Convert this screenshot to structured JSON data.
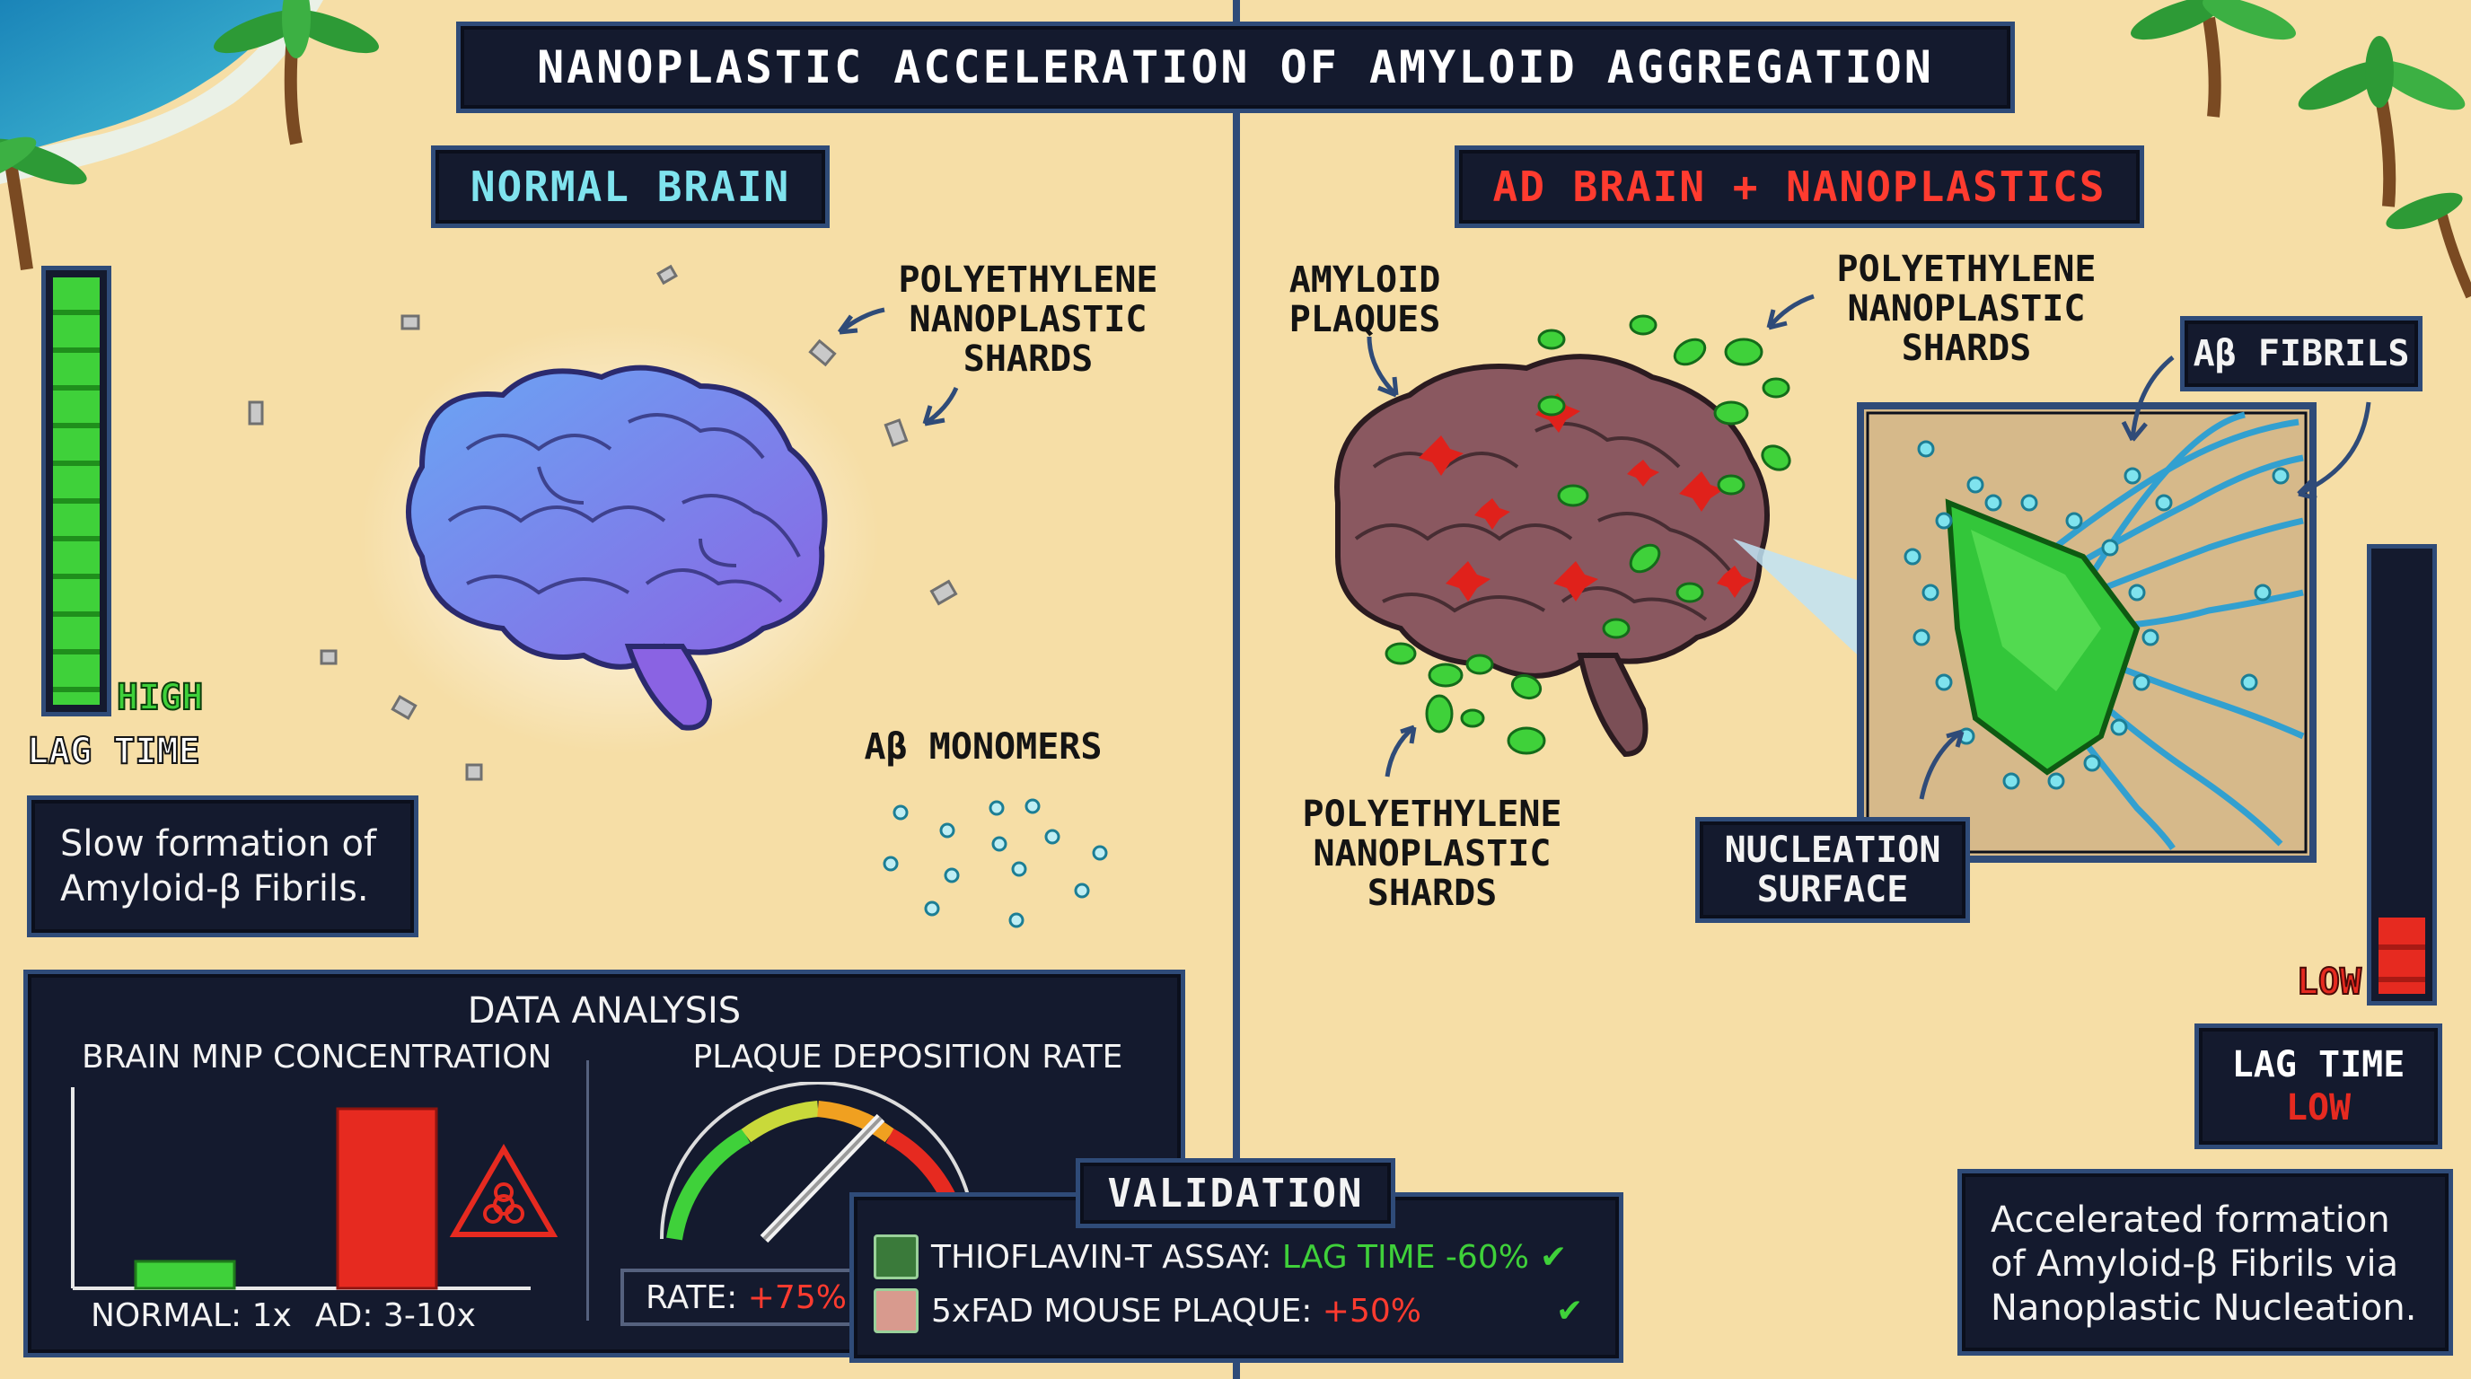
{
  "title": "NANOPLASTIC ACCELERATION OF AMYLOID AGGREGATION",
  "left": {
    "heading": "NORMAL BRAIN",
    "shards_label": [
      "POLYETHYLENE",
      "NANOPLASTIC",
      "SHARDS"
    ],
    "monomers_label": "Aβ MONOMERS",
    "meter_high": "HIGH",
    "meter_caption": "LAG TIME",
    "meter_level": 1.0,
    "summary": [
      "Slow formation of",
      "Amyloid-β Fibrils."
    ]
  },
  "right": {
    "heading": "AD BRAIN + NANOPLASTICS",
    "plaques_label": [
      "AMYLOID",
      "PLAQUES"
    ],
    "shards_label_top": [
      "POLYETHYLENE",
      "NANOPLASTIC",
      "SHARDS"
    ],
    "shards_label_bottom": [
      "POLYETHYLENE",
      "NANOPLASTIC",
      "SHARDS"
    ],
    "fibrils_label": "Aβ FIBRILS",
    "nucleation_label": [
      "NUCLEATION",
      "SURFACE"
    ],
    "meter_low": "LOW",
    "meter_level": 0.2,
    "lag_box": [
      "LAG TIME",
      "LOW"
    ],
    "summary": [
      "Accelerated formation",
      "of Amyloid-β Fibrils via",
      "Nanoplastic Nucleation."
    ]
  },
  "analysis": {
    "heading": "DATA ANALYSIS",
    "bar_title": "BRAIN MNP CONCENTRATION",
    "normal_label": "NORMAL: 1x",
    "ad_label": "AD: 3-10x",
    "gauge_title": "PLAQUE DEPOSITION RATE",
    "rate_label": "RATE:",
    "rate_value": "+75%"
  },
  "validation": {
    "heading": "VALIDATION",
    "rows": [
      {
        "name": "THIOFLAVIN-T ASSAY:",
        "value": "LAG TIME -60%"
      },
      {
        "name": "5xFAD MOUSE PLAQUE:",
        "value": "+50%"
      }
    ]
  },
  "colors": {
    "green": "#3fd13a",
    "red": "#e62a20",
    "panel": "#141a2e",
    "border": "#2f4b78",
    "sand": "#f6dea6",
    "cyan": "#7fe3ee"
  }
}
